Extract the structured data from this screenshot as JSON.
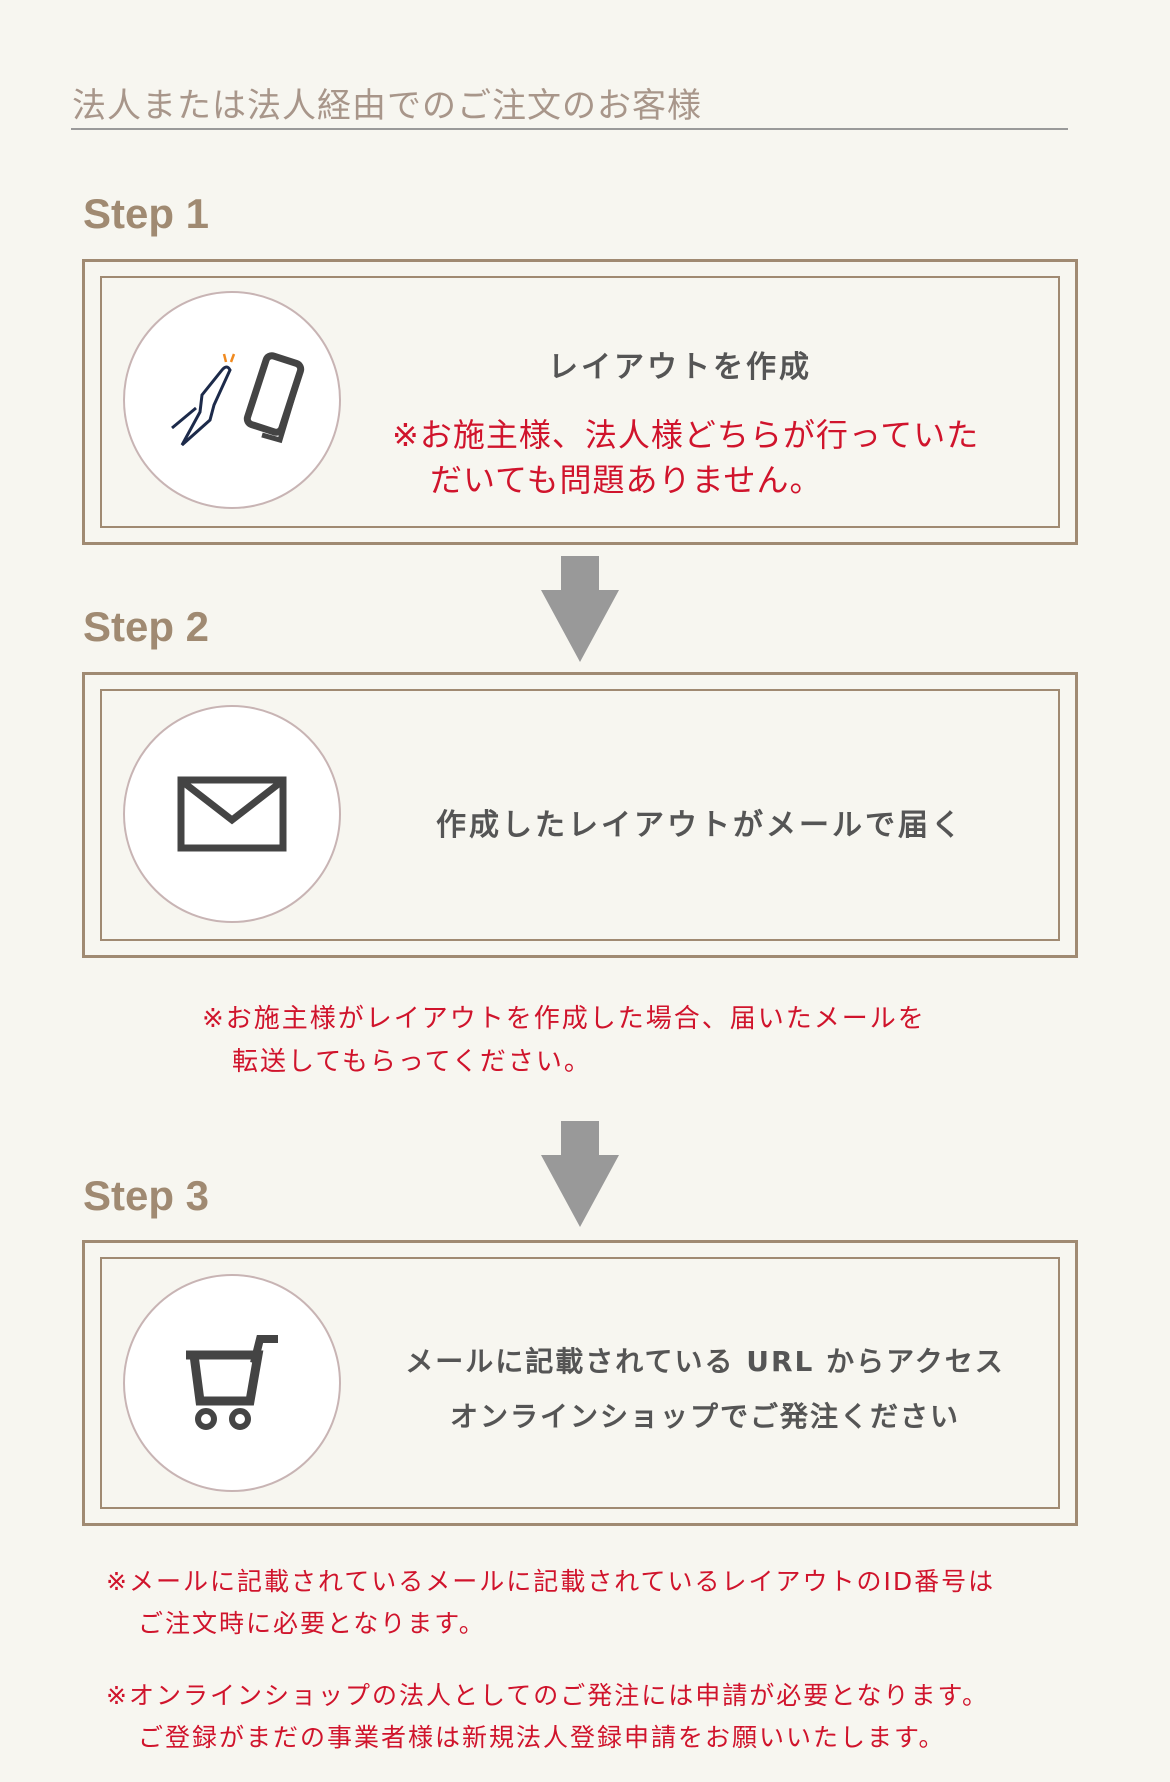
{
  "heading": "法人または法人経由でのご注文のお客様",
  "steps": [
    {
      "label": "Step 1",
      "title": "レイアウトを作成",
      "note_lines": [
        "※お施主様、法人様どちらが行っていた",
        "だいても問題ありません。"
      ],
      "icon": "hand-tapping-smartphone-icon"
    },
    {
      "label": "Step 2",
      "title": "作成したレイアウトがメールで届く",
      "icon": "envelope-icon"
    },
    {
      "label": "Step 3",
      "title_lines": [
        "メールに記載されている URL からアクセス",
        "オンラインショップでご発注ください"
      ],
      "icon": "shopping-cart-icon"
    }
  ],
  "step2_note_lines": [
    "※お施主様がレイアウトを作成した場合、届いたメールを",
    "転送してもらってください。"
  ],
  "footer_notes": [
    [
      "※メールに記載されているメールに記載されているレイアウトのID番号は",
      "ご注文時に必要となります。"
    ],
    [
      "※オンラインショップの法人としてのご発注には申請が必要となります。",
      "ご登録がまだの事業者様は新規法人登録申請をお願いいたします。"
    ]
  ],
  "colors": {
    "accent": "#a08a72",
    "note": "#d0142c",
    "arrow": "#999999"
  }
}
